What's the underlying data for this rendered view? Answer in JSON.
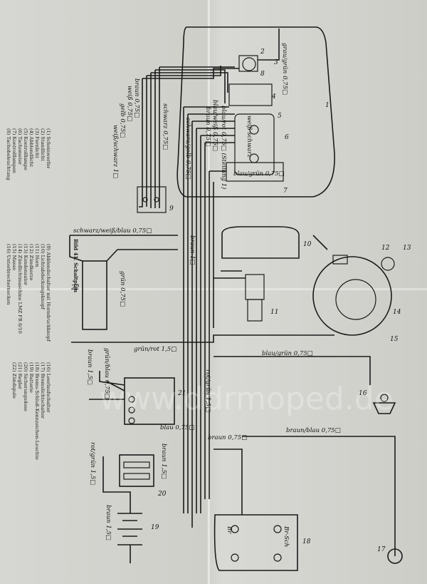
{
  "legend": {
    "title": "Bild 41. Schaltplan",
    "col1": [
      "(1) Scheinwerfer",
      "(2) Standlicht",
      "(3) Fernlicht",
      "(4) Abblendlicht",
      "(5) Kontrolllampe",
      "(6) Tachometer",
      "(7) Kontrolllampen",
      "(8) Tachobeleuchtung"
    ],
    "col2": [
      "(9) Abblendschalter mit Horndruckknopf",
      "(10) Lichtabdeckungsknopf",
      "(11) Horn",
      "(12) Zündkerze",
      "(13) Kondensator",
      "(14) Zündlichtmaschine LMZ FR 6/10",
      "(15) Masse",
      "(16) Unterbrechernocken"
    ],
    "col3": [
      "(16) Leerlaufschalter",
      "(17) Bremslichtschalter",
      "(18) Brems-Schluß-Kennzeichen-Leuchte",
      "(19) Batterie",
      "(20) Sicherungsdose",
      "(21) Regler",
      "(22) Zündspule"
    ]
  },
  "wire_labels": {
    "grau_gruen": "grau/grün 0,75□",
    "braun_075_a": "braun 0,75□",
    "weiss": "weiß 0,75□",
    "gelb": "gelb 0,75□",
    "weiss_schwarz": "weiß/schwarz 1□",
    "schwarz": "schwarz 0,75□",
    "braun_075_b": "braun 0,75□",
    "schwarz_gelb": "schwarz/gelb 0,75□",
    "blau_weiss": "blau/weiß 0,75□",
    "blau_rot": "blau/rot 0,75□ (Stellung 1)",
    "blau_gruen": "blau/grün 0,75□",
    "weiss_schwarz_2": "weiß schwarz",
    "schwarz_weiss_blau": "schwarz/weiß/blau 0,75□",
    "braun_1": "braun 1□",
    "gruen_075": "grün 0,75□",
    "gruen_rot": "grün/rot 1,5□",
    "blau_gruen_2": "blau/grün 0,75□",
    "braun_15": "braun 1,5□",
    "gruen_blau": "grün/blau 0,75□",
    "rot_gruen": "rot/grün 1,5□",
    "blau_075": "blau 0,75□",
    "braun_075_c": "braun 0,75□",
    "braun_blau": "braun/blau 0,75□",
    "rot_gruen_2": "rot/grün 1,5□",
    "braun_15_b": "braun 1,5□",
    "braun_15_c": "braun 1,5□",
    "br": "Br",
    "br_sch": "Br-Sch"
  },
  "component_numbers": [
    "1",
    "2",
    "3",
    "4",
    "5",
    "6",
    "7",
    "8",
    "9",
    "10",
    "11",
    "12",
    "13",
    "14",
    "15",
    "16",
    "17",
    "18",
    "19",
    "20",
    "21",
    "22"
  ],
  "watermark": "www.ddrmoped.de"
}
